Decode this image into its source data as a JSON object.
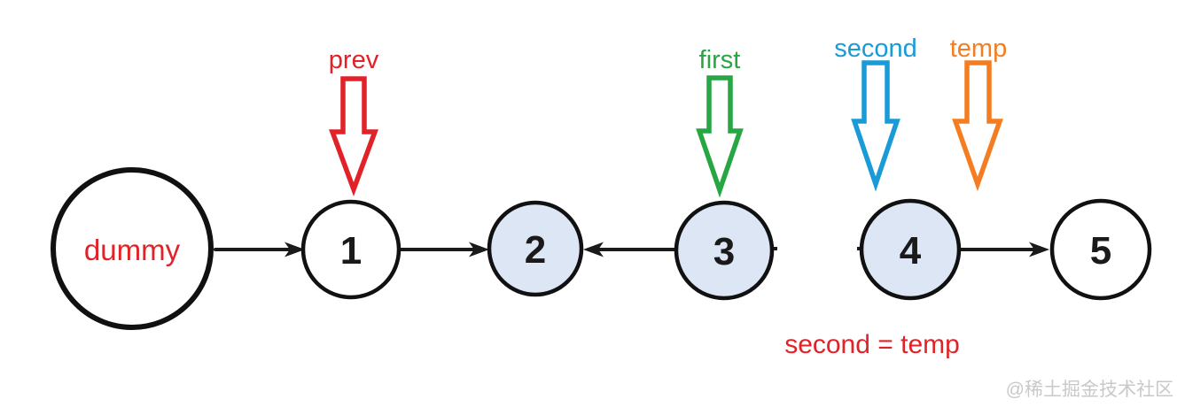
{
  "colors": {
    "edge": "#1a1a1a",
    "node_border": "#111111",
    "highlight_fill": "#dce6f5",
    "plain_fill": "#ffffff"
  },
  "nodes": [
    {
      "id": "dummy",
      "label": "dummy",
      "fill": "#ffffff",
      "label_color": "#e12228"
    },
    {
      "id": "1",
      "label": "1",
      "fill": "#ffffff",
      "label_color": "#1a1a1a"
    },
    {
      "id": "2",
      "label": "2",
      "fill": "#dce6f5",
      "label_color": "#1a1a1a"
    },
    {
      "id": "3",
      "label": "3",
      "fill": "#dce6f5",
      "label_color": "#1a1a1a"
    },
    {
      "id": "4",
      "label": "4",
      "fill": "#dce6f5",
      "label_color": "#1a1a1a"
    },
    {
      "id": "5",
      "label": "5",
      "fill": "#ffffff",
      "label_color": "#1a1a1a"
    }
  ],
  "edges": [
    {
      "from": "dummy",
      "to": "1"
    },
    {
      "from": "1",
      "to": "2"
    },
    {
      "from": "3",
      "to": "2"
    },
    {
      "from": "4",
      "to": "5"
    }
  ],
  "edge_color": "#1a1a1a",
  "pointers": [
    {
      "label": "prev",
      "color": "#e12228"
    },
    {
      "label": "first",
      "color": "#27a644"
    },
    {
      "label": "second",
      "color": "#1a9ad6"
    },
    {
      "label": "temp",
      "color": "#f57d21"
    }
  ],
  "annotation": {
    "text": "second = temp",
    "color": "#e12228"
  },
  "watermark": {
    "text": "@稀土掘金技术社区",
    "color": "#c9c9c9"
  }
}
